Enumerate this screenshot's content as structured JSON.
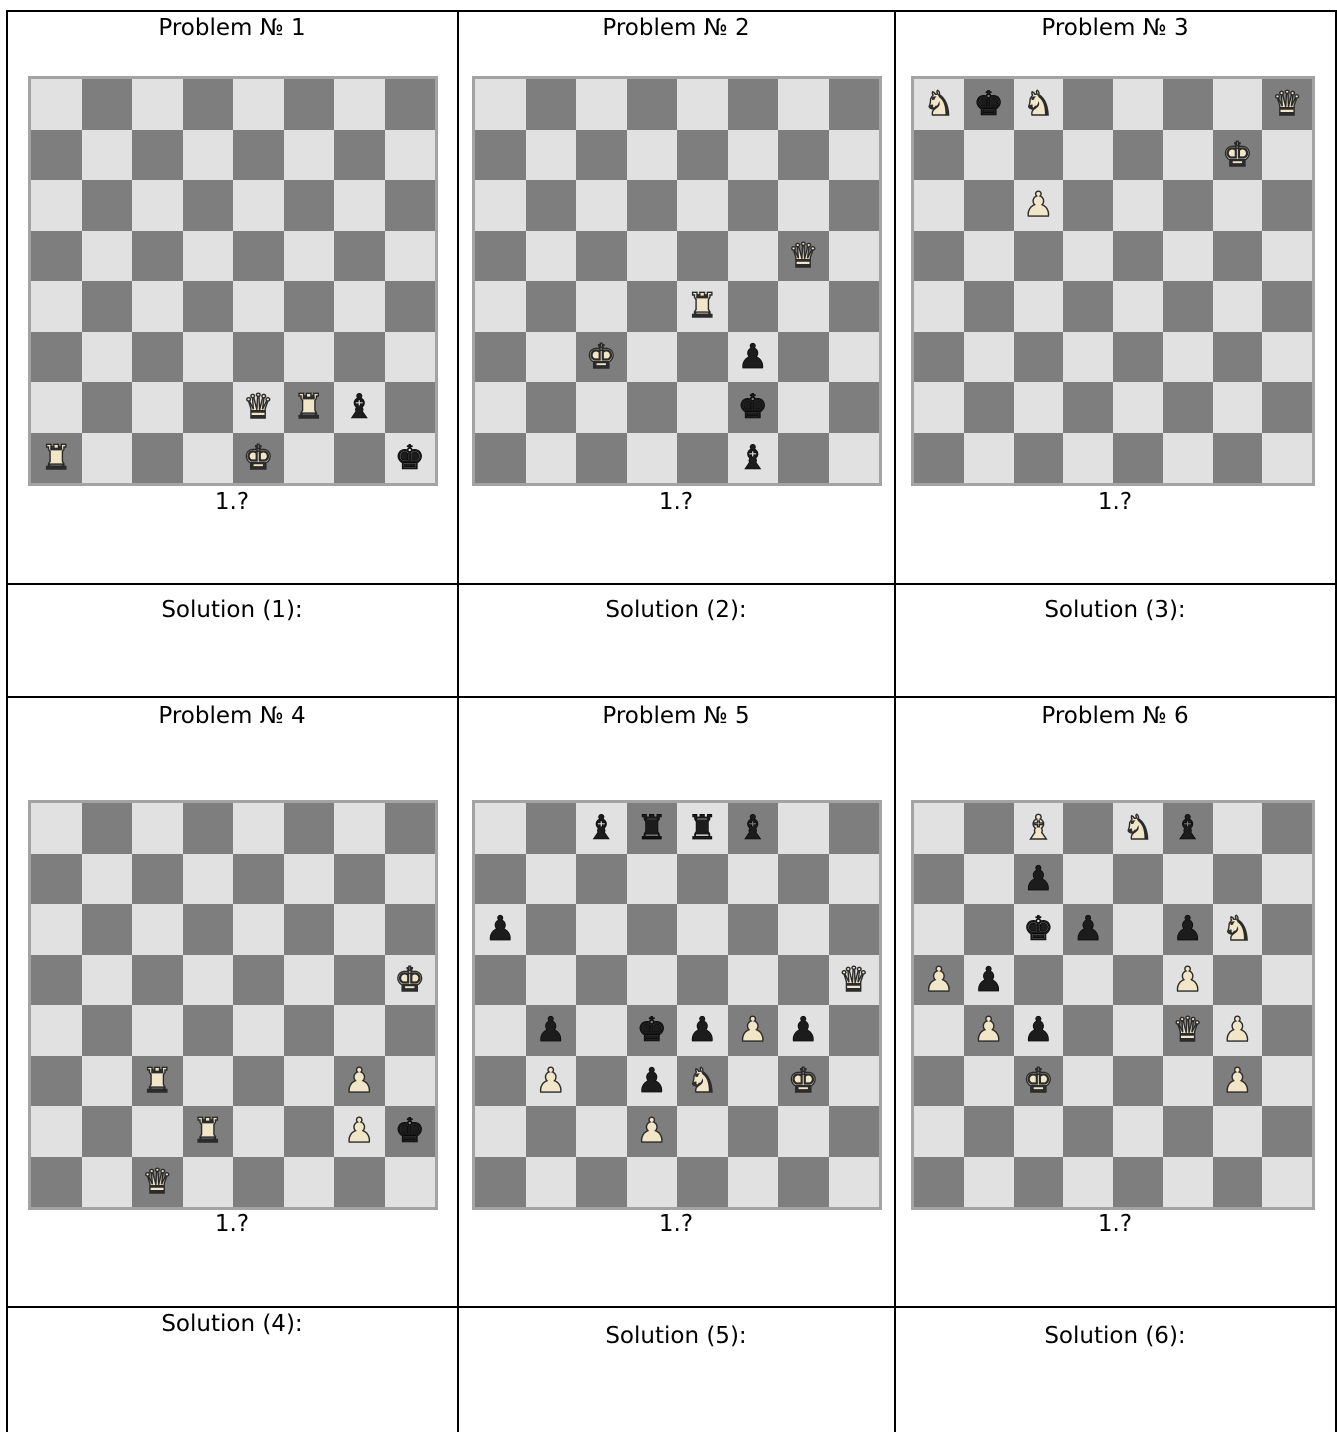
{
  "problems": [
    {
      "title": "Problem № 1",
      "caption": "1.?",
      "solution_label": "Solution (1):",
      "pieces": [
        {
          "sq": "e2",
          "glyph": "♛",
          "color": "w",
          "name": "white-queen-icon"
        },
        {
          "sq": "f2",
          "glyph": "♜",
          "color": "w",
          "name": "white-rook-icon"
        },
        {
          "sq": "g2",
          "glyph": "♝",
          "color": "b",
          "name": "black-bishop-icon"
        },
        {
          "sq": "a1",
          "glyph": "♜",
          "color": "w",
          "name": "white-rook-icon"
        },
        {
          "sq": "e1",
          "glyph": "♚",
          "color": "w",
          "name": "white-king-icon"
        },
        {
          "sq": "h1",
          "glyph": "♚",
          "color": "b",
          "name": "black-king-icon"
        }
      ]
    },
    {
      "title": "Problem № 2",
      "caption": "1.?",
      "solution_label": "Solution (2):",
      "pieces": [
        {
          "sq": "g5",
          "glyph": "♛",
          "color": "w",
          "name": "white-queen-icon"
        },
        {
          "sq": "e4",
          "glyph": "♜",
          "color": "w",
          "name": "white-rook-icon"
        },
        {
          "sq": "c3",
          "glyph": "♚",
          "color": "w",
          "name": "white-king-icon"
        },
        {
          "sq": "f3",
          "glyph": "♟",
          "color": "b",
          "name": "black-pawn-icon"
        },
        {
          "sq": "f2",
          "glyph": "♚",
          "color": "b",
          "name": "black-king-icon"
        },
        {
          "sq": "f1",
          "glyph": "♝",
          "color": "b",
          "name": "black-bishop-icon"
        }
      ]
    },
    {
      "title": "Problem № 3",
      "caption": "1.?",
      "solution_label": "Solution (3):",
      "pieces": [
        {
          "sq": "a8",
          "glyph": "♞",
          "color": "w",
          "name": "white-knight-icon"
        },
        {
          "sq": "b8",
          "glyph": "♚",
          "color": "b",
          "name": "black-king-icon"
        },
        {
          "sq": "c8",
          "glyph": "♞",
          "color": "w",
          "name": "white-knight-icon"
        },
        {
          "sq": "h8",
          "glyph": "♛",
          "color": "w",
          "name": "white-queen-icon"
        },
        {
          "sq": "g7",
          "glyph": "♚",
          "color": "w",
          "name": "white-king-icon"
        },
        {
          "sq": "c6",
          "glyph": "♟",
          "color": "w",
          "name": "white-pawn-icon"
        }
      ]
    },
    {
      "title": "Problem № 4",
      "caption": "1.?",
      "solution_label": "Solution (4):",
      "pieces": [
        {
          "sq": "h5",
          "glyph": "♚",
          "color": "w",
          "name": "white-king-icon"
        },
        {
          "sq": "c3",
          "glyph": "♜",
          "color": "w",
          "name": "white-rook-icon"
        },
        {
          "sq": "g3",
          "glyph": "♟",
          "color": "w",
          "name": "white-pawn-icon"
        },
        {
          "sq": "d2",
          "glyph": "♜",
          "color": "w",
          "name": "white-rook-icon"
        },
        {
          "sq": "g2",
          "glyph": "♟",
          "color": "w",
          "name": "white-pawn-icon"
        },
        {
          "sq": "h2",
          "glyph": "♚",
          "color": "b",
          "name": "black-king-icon"
        },
        {
          "sq": "c1",
          "glyph": "♛",
          "color": "w",
          "name": "white-queen-icon"
        }
      ]
    },
    {
      "title": "Problem № 5",
      "caption": "1.?",
      "solution_label": "Solution (5):",
      "pieces": [
        {
          "sq": "c8",
          "glyph": "♝",
          "color": "b",
          "name": "black-bishop-icon"
        },
        {
          "sq": "d8",
          "glyph": "♜",
          "color": "b",
          "name": "black-rook-icon"
        },
        {
          "sq": "e8",
          "glyph": "♜",
          "color": "b",
          "name": "black-rook-icon"
        },
        {
          "sq": "f8",
          "glyph": "♝",
          "color": "b",
          "name": "black-bishop-icon"
        },
        {
          "sq": "a6",
          "glyph": "♟",
          "color": "b",
          "name": "black-pawn-icon"
        },
        {
          "sq": "h5",
          "glyph": "♛",
          "color": "w",
          "name": "white-queen-icon"
        },
        {
          "sq": "b4",
          "glyph": "♟",
          "color": "b",
          "name": "black-pawn-icon"
        },
        {
          "sq": "d4",
          "glyph": "♚",
          "color": "b",
          "name": "black-king-icon"
        },
        {
          "sq": "e4",
          "glyph": "♟",
          "color": "b",
          "name": "black-pawn-icon"
        },
        {
          "sq": "f4",
          "glyph": "♟",
          "color": "w",
          "name": "white-pawn-icon"
        },
        {
          "sq": "g4",
          "glyph": "♟",
          "color": "b",
          "name": "black-pawn-icon"
        },
        {
          "sq": "b3",
          "glyph": "♟",
          "color": "w",
          "name": "white-pawn-icon"
        },
        {
          "sq": "d3",
          "glyph": "♟",
          "color": "b",
          "name": "black-pawn-icon"
        },
        {
          "sq": "e3",
          "glyph": "♞",
          "color": "w",
          "name": "white-knight-icon"
        },
        {
          "sq": "g3",
          "glyph": "♚",
          "color": "w",
          "name": "white-king-icon"
        },
        {
          "sq": "d2",
          "glyph": "♟",
          "color": "w",
          "name": "white-pawn-icon"
        }
      ]
    },
    {
      "title": "Problem № 6",
      "caption": "1.?",
      "solution_label": "Solution (6):",
      "pieces": [
        {
          "sq": "c8",
          "glyph": "♝",
          "color": "w",
          "name": "white-bishop-icon"
        },
        {
          "sq": "e8",
          "glyph": "♞",
          "color": "w",
          "name": "white-knight-icon"
        },
        {
          "sq": "f8",
          "glyph": "♝",
          "color": "b",
          "name": "black-bishop-icon"
        },
        {
          "sq": "c7",
          "glyph": "♟",
          "color": "b",
          "name": "black-pawn-icon"
        },
        {
          "sq": "c6",
          "glyph": "♚",
          "color": "b",
          "name": "black-king-icon"
        },
        {
          "sq": "d6",
          "glyph": "♟",
          "color": "b",
          "name": "black-pawn-icon"
        },
        {
          "sq": "f6",
          "glyph": "♟",
          "color": "b",
          "name": "black-pawn-icon"
        },
        {
          "sq": "g6",
          "glyph": "♞",
          "color": "w",
          "name": "white-knight-icon"
        },
        {
          "sq": "a5",
          "glyph": "♟",
          "color": "w",
          "name": "white-pawn-icon"
        },
        {
          "sq": "b5",
          "glyph": "♟",
          "color": "b",
          "name": "black-pawn-icon"
        },
        {
          "sq": "f5",
          "glyph": "♟",
          "color": "w",
          "name": "white-pawn-icon"
        },
        {
          "sq": "b4",
          "glyph": "♟",
          "color": "w",
          "name": "white-pawn-icon"
        },
        {
          "sq": "c4",
          "glyph": "♟",
          "color": "b",
          "name": "black-pawn-icon"
        },
        {
          "sq": "f4",
          "glyph": "♛",
          "color": "w",
          "name": "white-queen-icon"
        },
        {
          "sq": "g4",
          "glyph": "♟",
          "color": "w",
          "name": "white-pawn-icon"
        },
        {
          "sq": "c3",
          "glyph": "♚",
          "color": "w",
          "name": "white-king-icon"
        },
        {
          "sq": "g3",
          "glyph": "♟",
          "color": "w",
          "name": "white-pawn-icon"
        }
      ]
    }
  ]
}
